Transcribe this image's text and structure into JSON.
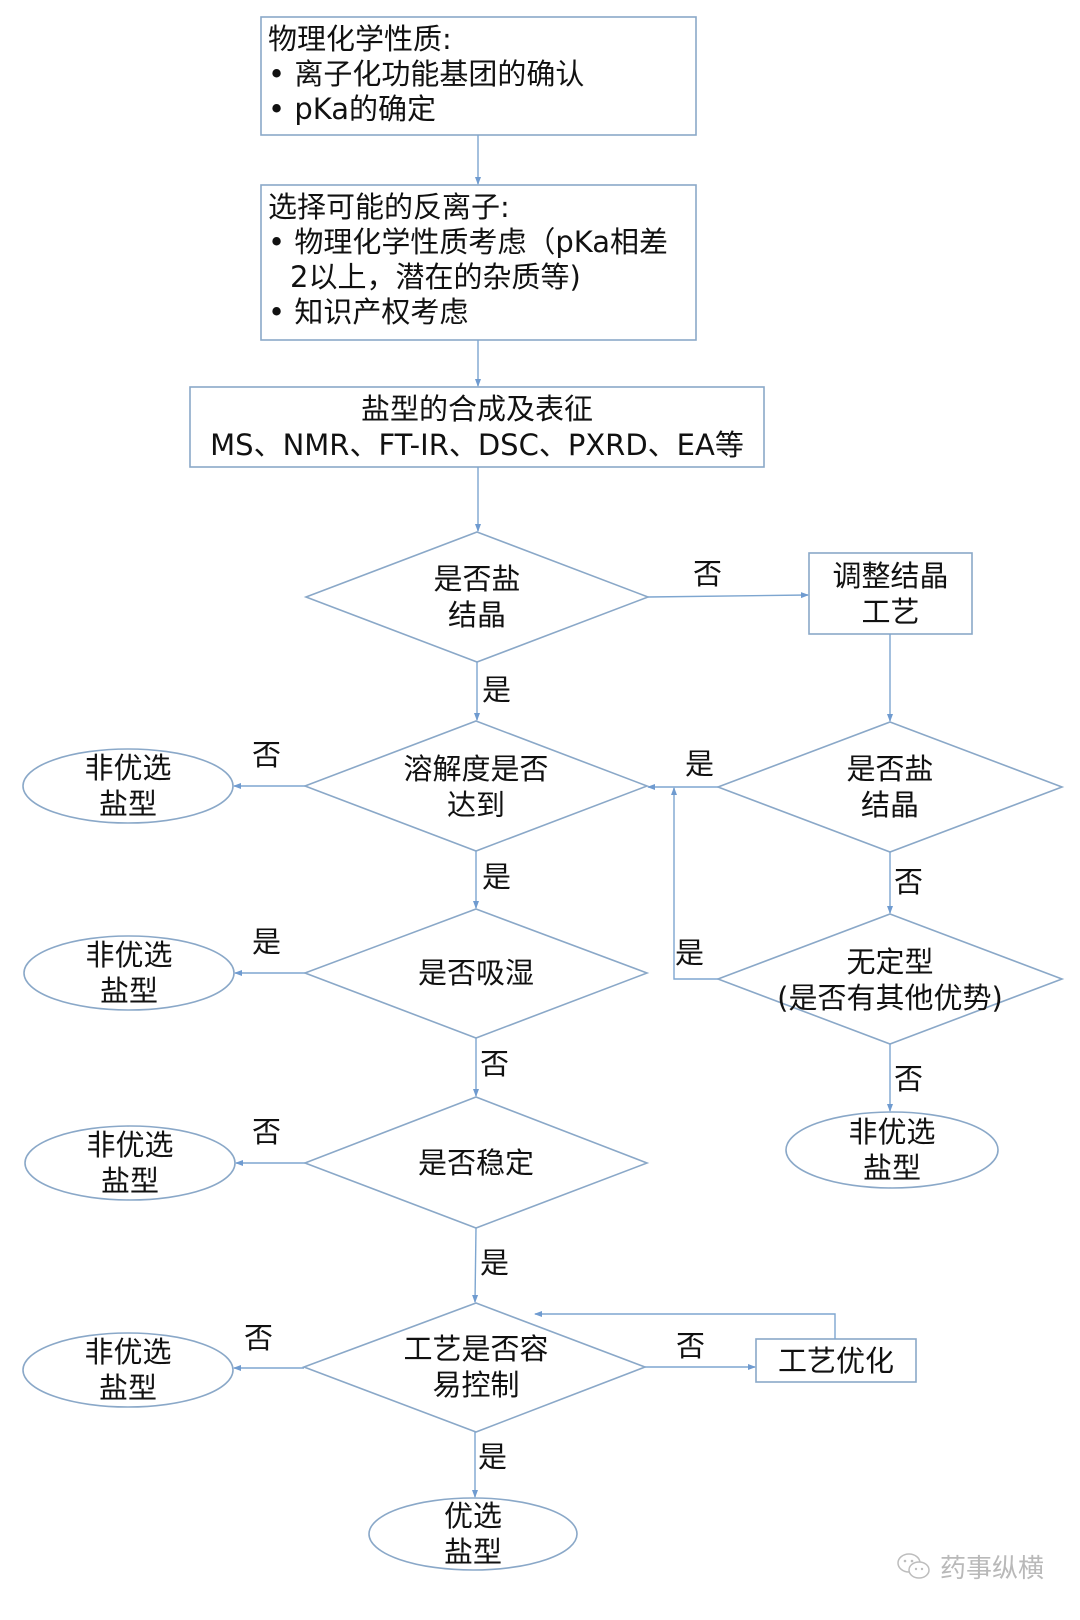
{
  "diagram": {
    "type": "flowchart",
    "nodes": {
      "phys_chem": {
        "title": "物理化学性质:",
        "bullets": [
          "离子化功能基团的确认",
          "pKa的确定"
        ]
      },
      "counter_ion": {
        "title": "选择可能的反离子:",
        "bullets": [
          "物理化学性质考虑（pKa相差",
          "2以上，潜在的杂质等)",
          "知识产权考虑"
        ]
      },
      "synthesis": {
        "line1": "盐型的合成及表征",
        "line2": "MS、NMR、FT-IR、DSC、PXRD、EA等"
      },
      "crystal_q1": {
        "line1": "是否盐",
        "line2": "结晶"
      },
      "adjust_crystal": {
        "line1": "调整结晶",
        "line2": "工艺"
      },
      "crystal_q2": {
        "line1": "是否盐",
        "line2": "结晶"
      },
      "amorphous_q": {
        "line1": "无定型",
        "line2": "(是否有其他优势)"
      },
      "solubility_q": {
        "line1": "溶解度是否",
        "line2": "达到"
      },
      "hygroscopic_q": {
        "line1": "是否吸湿"
      },
      "stability_q": {
        "line1": "是否稳定"
      },
      "process_q": {
        "line1": "工艺是否容",
        "line2": "易控制"
      },
      "process_opt": {
        "line1": "工艺优化"
      },
      "nonpreferred_1": {
        "line1": "非优选",
        "line2": "盐型"
      },
      "nonpreferred_2": {
        "line1": "非优选",
        "line2": "盐型"
      },
      "nonpreferred_3": {
        "line1": "非优选",
        "line2": "盐型"
      },
      "nonpreferred_4": {
        "line1": "非优选",
        "line2": "盐型"
      },
      "nonpreferred_5": {
        "line1": "非优选",
        "line2": "盐型"
      },
      "preferred": {
        "line1": "优选",
        "line2": "盐型"
      }
    },
    "edges": {
      "crystal_q1_no": "否",
      "crystal_q1_yes": "是",
      "solubility_no": "否",
      "solubility_yes": "是",
      "crystal_q2_yes": "是",
      "crystal_q2_no": "否",
      "amorphous_yes": "是",
      "amorphous_no": "否",
      "hygroscopic_yes": "是",
      "hygroscopic_no": "否",
      "stability_no": "否",
      "stability_yes": "是",
      "process_no_left": "否",
      "process_no_right": "否",
      "process_yes": "是"
    },
    "colors": {
      "stroke": "#7ea6d0",
      "shape_stroke": "#8aa8c8",
      "text": "#111111",
      "watermark": "#b9b9b9"
    }
  },
  "watermark": {
    "text": "药事纵横",
    "icon": "wechat-icon"
  }
}
